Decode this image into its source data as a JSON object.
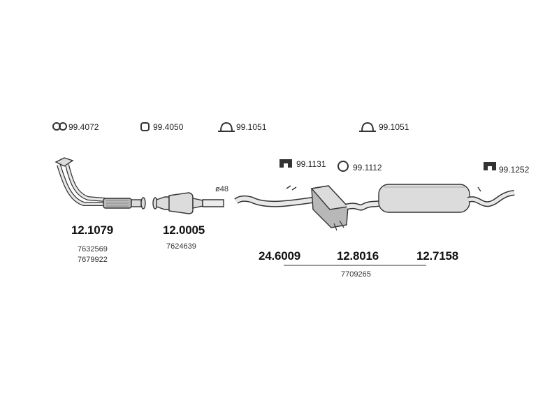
{
  "accessories": [
    {
      "code": "99.4072",
      "icon": "double-ring-gasket-icon"
    },
    {
      "code": "99.4050",
      "icon": "square-ring-gasket-icon"
    },
    {
      "code": "99.1051",
      "icon": "u-clamp-icon"
    },
    {
      "code": "99.1051",
      "icon": "u-clamp-icon"
    },
    {
      "code": "99.1131",
      "icon": "rubber-hanger-icon"
    },
    {
      "code": "99.1112",
      "icon": "ring-gasket-icon"
    },
    {
      "code": "99.1252",
      "icon": "rubber-hanger-icon"
    }
  ],
  "parts": [
    {
      "code": "12.1079",
      "oem": [
        "7632569",
        "7679922"
      ],
      "icon": "front-exhaust-pipe-icon"
    },
    {
      "code": "12.0005",
      "oem": [
        "7624639"
      ],
      "icon": "catalytic-converter-icon"
    },
    {
      "code": "24.6009",
      "icon": "middle-pipe-with-silencer-icon"
    },
    {
      "code": "12.8016",
      "icon": "middle-silencer-icon"
    },
    {
      "code": "12.7158",
      "icon": "rear-silencer-icon"
    }
  ],
  "shared_oem": "7709265",
  "diameter": "ø48",
  "colors": {
    "line": "#333333",
    "fill": "#dcdcdc",
    "fill_dark": "#b8b8b8"
  }
}
